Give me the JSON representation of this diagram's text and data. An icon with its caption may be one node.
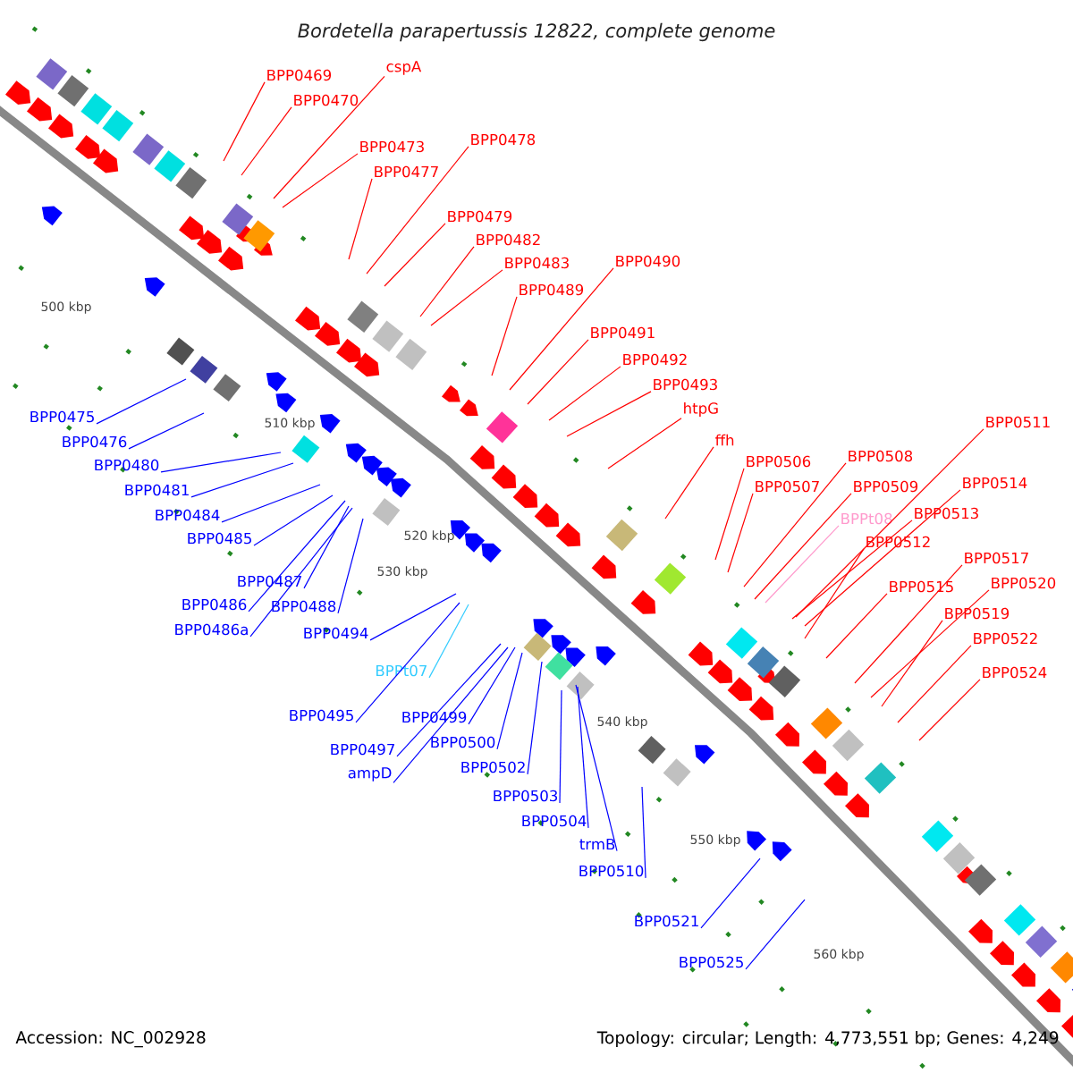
{
  "diagram": {
    "title": "Bordetella parapertussis 12822, complete genome",
    "nodes": [
      {
        "text": [
          "BPP0469"
        ]
      },
      {
        "text": [
          "BPP0470"
        ]
      },
      {
        "text": [
          "cspA"
        ]
      },
      {
        "text": [
          "BPP0473"
        ]
      },
      {
        "text": [
          "BPP0477"
        ]
      },
      {
        "text": [
          "BPP0478"
        ]
      },
      {
        "text": [
          "BPP0479"
        ]
      },
      {
        "text": [
          "BPP0482"
        ]
      },
      {
        "text": [
          "BPP0483"
        ]
      },
      {
        "text": [
          "BPP0489"
        ]
      },
      {
        "text": [
          "BPP0490"
        ]
      },
      {
        "text": [
          "BPP0491"
        ]
      },
      {
        "text": [
          "BPP0492"
        ]
      },
      {
        "text": [
          "BPP0493"
        ]
      },
      {
        "text": [
          "htpG"
        ]
      },
      {
        "text": [
          "ffh"
        ]
      },
      {
        "text": [
          "BPP0506"
        ]
      },
      {
        "text": [
          "BPP0507"
        ]
      },
      {
        "text": [
          "BPP0508"
        ]
      },
      {
        "text": [
          "BPP0509"
        ]
      },
      {
        "text": [
          "BPP0511"
        ]
      },
      {
        "text": [
          "BPPt08"
        ]
      },
      {
        "text": [
          "BPP0514"
        ]
      },
      {
        "text": [
          "BPP0513"
        ]
      },
      {
        "text": [
          "BPP0512"
        ]
      },
      {
        "text": [
          "BPP0517"
        ]
      },
      {
        "text": [
          "BPP0515"
        ]
      },
      {
        "text": [
          "BPP0520"
        ]
      },
      {
        "text": [
          "BPP0519"
        ]
      },
      {
        "text": [
          "BPP0522"
        ]
      },
      {
        "text": [
          "BPP0524"
        ]
      },
      {
        "text": [
          "BPP0475"
        ]
      },
      {
        "text": [
          "BPP0476"
        ]
      },
      {
        "text": [
          "BPP0480"
        ]
      },
      {
        "text": [
          "BPP0481"
        ]
      },
      {
        "text": [
          "BPP0484"
        ]
      },
      {
        "text": [
          "BPP0485"
        ]
      },
      {
        "text": [
          "BPP0487"
        ]
      },
      {
        "text": [
          "BPP0486"
        ]
      },
      {
        "text": [
          "BPP0486a"
        ]
      },
      {
        "text": [
          "BPP0488"
        ]
      },
      {
        "text": [
          "BPP0494"
        ]
      },
      {
        "text": [
          "BPPt07"
        ]
      },
      {
        "text": [
          "BPP0495"
        ]
      },
      {
        "text": [
          "BPP0499"
        ]
      },
      {
        "text": [
          "BPP0497"
        ]
      },
      {
        "text": [
          "ampD"
        ]
      },
      {
        "text": [
          "BPP0500"
        ]
      },
      {
        "text": [
          "BPP0502"
        ]
      },
      {
        "text": [
          "BPP0503"
        ]
      },
      {
        "text": [
          "BPP0504"
        ]
      },
      {
        "text": [
          "trmB"
        ]
      },
      {
        "text": [
          "BPP0510"
        ]
      },
      {
        "text": [
          "BPP0521"
        ]
      },
      {
        "text": [
          "BPP0525"
        ]
      }
    ],
    "edges": [
      {
        "from": 0,
        "to": null,
        "arrow": "none"
      },
      {
        "from": 1,
        "to": null,
        "arrow": "none"
      },
      {
        "from": 2,
        "to": null,
        "arrow": "none"
      },
      {
        "from": 3,
        "to": null,
        "arrow": "none"
      },
      {
        "from": 4,
        "to": null,
        "arrow": "none"
      },
      {
        "from": 5,
        "to": null,
        "arrow": "none"
      },
      {
        "from": 6,
        "to": null,
        "arrow": "none"
      },
      {
        "from": 7,
        "to": null,
        "arrow": "none"
      },
      {
        "from": 8,
        "to": null,
        "arrow": "none"
      },
      {
        "from": 9,
        "to": null,
        "arrow": "none"
      },
      {
        "from": 10,
        "to": null,
        "arrow": "none"
      },
      {
        "from": 11,
        "to": null,
        "arrow": "none"
      },
      {
        "from": 12,
        "to": null,
        "arrow": "none"
      },
      {
        "from": 13,
        "to": null,
        "arrow": "none"
      },
      {
        "from": 14,
        "to": null,
        "arrow": "none"
      },
      {
        "from": 15,
        "to": null,
        "arrow": "none"
      },
      {
        "from": 16,
        "to": null,
        "arrow": "none"
      },
      {
        "from": 17,
        "to": null,
        "arrow": "none"
      },
      {
        "from": 18,
        "to": null,
        "arrow": "none"
      },
      {
        "from": 19,
        "to": null,
        "arrow": "none"
      },
      {
        "from": 20,
        "to": null,
        "arrow": "none"
      },
      {
        "from": 21,
        "to": null,
        "arrow": "none",
        "color": "#ff99cc"
      },
      {
        "from": 22,
        "to": null,
        "arrow": "none"
      },
      {
        "from": 23,
        "to": null,
        "arrow": "none"
      },
      {
        "from": 24,
        "to": null,
        "arrow": "none"
      },
      {
        "from": 25,
        "to": null,
        "arrow": "none"
      },
      {
        "from": 26,
        "to": null,
        "arrow": "none"
      },
      {
        "from": 27,
        "to": null,
        "arrow": "none"
      },
      {
        "from": 28,
        "to": null,
        "arrow": "none"
      },
      {
        "from": 29,
        "to": null,
        "arrow": "none"
      },
      {
        "from": 30,
        "to": null,
        "arrow": "none"
      },
      {
        "from": 31,
        "to": null,
        "arrow": "none",
        "color": "#0000ff"
      },
      {
        "from": 32,
        "to": null,
        "arrow": "none",
        "color": "#0000ff"
      },
      {
        "from": 33,
        "to": null,
        "arrow": "none",
        "color": "#0000ff"
      },
      {
        "from": 34,
        "to": null,
        "arrow": "none",
        "color": "#0000ff"
      },
      {
        "from": 35,
        "to": null,
        "arrow": "none",
        "color": "#0000ff"
      },
      {
        "from": 36,
        "to": null,
        "arrow": "none",
        "color": "#0000ff"
      },
      {
        "from": 37,
        "to": null,
        "arrow": "none",
        "color": "#0000ff"
      },
      {
        "from": 38,
        "to": null,
        "arrow": "none",
        "color": "#0000ff"
      },
      {
        "from": 39,
        "to": null,
        "arrow": "none",
        "color": "#0000ff"
      },
      {
        "from": 40,
        "to": null,
        "arrow": "none",
        "color": "#0000ff"
      },
      {
        "from": 41,
        "to": null,
        "arrow": "none",
        "color": "#0000ff"
      },
      {
        "from": 42,
        "to": null,
        "arrow": "none",
        "color": "#33ccff"
      },
      {
        "from": 43,
        "to": null,
        "arrow": "none",
        "color": "#0000ff"
      },
      {
        "from": 44,
        "to": null,
        "arrow": "none",
        "color": "#0000ff"
      },
      {
        "from": 45,
        "to": null,
        "arrow": "none",
        "color": "#0000ff"
      },
      {
        "from": 46,
        "to": null,
        "arrow": "none",
        "color": "#0000ff"
      },
      {
        "from": 47,
        "to": null,
        "arrow": "none",
        "color": "#0000ff"
      },
      {
        "from": 48,
        "to": null,
        "arrow": "none",
        "color": "#0000ff"
      },
      {
        "from": 49,
        "to": null,
        "arrow": "none",
        "color": "#0000ff"
      },
      {
        "from": 50,
        "to": null,
        "arrow": "none",
        "color": "#0000ff"
      },
      {
        "from": 51,
        "to": null,
        "arrow": "none",
        "color": "#0000ff"
      },
      {
        "from": 52,
        "to": null,
        "arrow": "none",
        "color": "#0000ff"
      },
      {
        "from": 53,
        "to": null,
        "arrow": "none",
        "color": "#0000ff"
      },
      {
        "from": 54,
        "to": null,
        "arrow": "none",
        "color": "#0000ff"
      }
    ],
    "labels": [
      "500 kbp",
      "510 kbp",
      "520 kbp",
      "530 kbp",
      "540 kbp",
      "550 kbp",
      "560 kbp",
      "Accession: NC_002928",
      "Topology: circular; Length: 4,773,551 bp; Genes: 4,249"
    ]
  }
}
